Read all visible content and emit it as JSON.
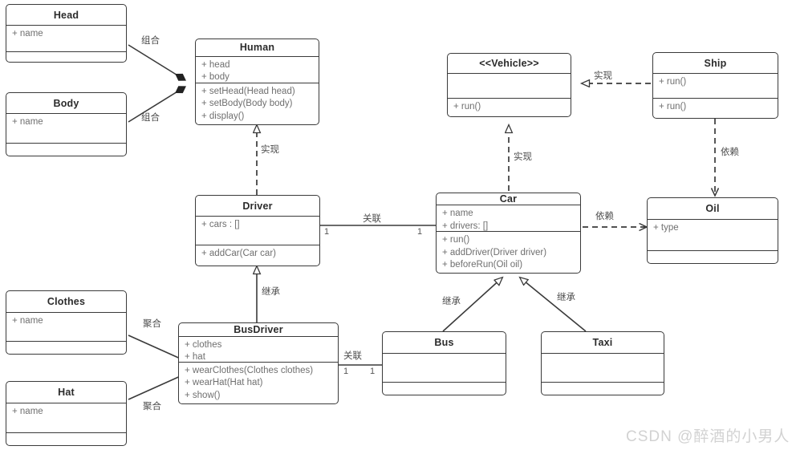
{
  "diagram": {
    "title": "UML Class Diagram",
    "line_color": "#3a3a3a",
    "text_color": "#6f6f6f",
    "watermark": "CSDN @醉酒的小男人"
  },
  "classes": {
    "head": {
      "name": "Head",
      "attributes": [
        "+ name"
      ],
      "methods": []
    },
    "body": {
      "name": "Body",
      "attributes": [
        "+ name"
      ],
      "methods": []
    },
    "human": {
      "name": "Human",
      "attributes": [
        "+ head",
        "+ body"
      ],
      "methods": [
        "+ setHead(Head head)",
        "+ setBody(Body body)",
        "+ display()"
      ]
    },
    "vehicle": {
      "name": "<<Vehicle>>",
      "attributes": [],
      "methods": [
        "+ run()"
      ]
    },
    "ship": {
      "name": "Ship",
      "attributes": [
        "+ run()"
      ],
      "methods": [
        "+ run()"
      ]
    },
    "driver": {
      "name": "Driver",
      "attributes": [
        "+ cars : []"
      ],
      "methods": [
        "+ addCar(Car car)"
      ]
    },
    "car": {
      "name": "Car",
      "attributes": [
        "+ name",
        "+ drivers: []"
      ],
      "methods": [
        "+ run()",
        "+ addDriver(Driver driver)",
        "+ beforeRun(Oil oil)"
      ]
    },
    "oil": {
      "name": "Oil",
      "attributes": [
        "+ type"
      ],
      "methods": []
    },
    "clothes": {
      "name": "Clothes",
      "attributes": [
        "+ name"
      ],
      "methods": []
    },
    "hat": {
      "name": "Hat",
      "attributes": [
        "+ name"
      ],
      "methods": []
    },
    "busdriver": {
      "name": "BusDriver",
      "attributes": [
        "+ clothes",
        "+ hat"
      ],
      "methods": [
        "+ wearClothes(Clothes clothes)",
        "+ wearHat(Hat hat)",
        "+ show()"
      ]
    },
    "bus": {
      "name": "Bus",
      "attributes": [],
      "methods": []
    },
    "taxi": {
      "name": "Taxi",
      "attributes": [],
      "methods": []
    }
  },
  "relations": [
    {
      "id": "head-human",
      "kind": "composition",
      "label": "组合",
      "from": "head",
      "to": "human"
    },
    {
      "id": "body-human",
      "kind": "composition",
      "label": "组合",
      "from": "body",
      "to": "human"
    },
    {
      "id": "driver-human",
      "kind": "realization",
      "label": "实现",
      "from": "driver",
      "to": "human"
    },
    {
      "id": "ship-vehicle",
      "kind": "realization",
      "label": "实现",
      "from": "ship",
      "to": "vehicle"
    },
    {
      "id": "car-vehicle",
      "kind": "realization",
      "label": "实现",
      "from": "car",
      "to": "vehicle"
    },
    {
      "id": "ship-oil",
      "kind": "dependency",
      "label": "依赖",
      "from": "ship",
      "to": "oil"
    },
    {
      "id": "car-oil",
      "kind": "dependency",
      "label": "依赖",
      "from": "car",
      "to": "oil"
    },
    {
      "id": "driver-car",
      "kind": "association",
      "label": "关联",
      "from": "driver",
      "to": "car",
      "from_multiplicity": "1",
      "to_multiplicity": "1"
    },
    {
      "id": "busdriver-driver",
      "kind": "inheritance",
      "label": "继承",
      "from": "busdriver",
      "to": "driver"
    },
    {
      "id": "bus-car",
      "kind": "inheritance",
      "label": "继承",
      "from": "bus",
      "to": "car"
    },
    {
      "id": "taxi-car",
      "kind": "inheritance",
      "label": "继承",
      "from": "taxi",
      "to": "car"
    },
    {
      "id": "clothes-busdriver",
      "kind": "aggregation",
      "label": "聚合",
      "from": "clothes",
      "to": "busdriver"
    },
    {
      "id": "hat-busdriver",
      "kind": "aggregation",
      "label": "聚合",
      "from": "hat",
      "to": "busdriver"
    },
    {
      "id": "busdriver-bus",
      "kind": "association",
      "label": "关联",
      "from": "busdriver",
      "to": "bus",
      "from_multiplicity": "1",
      "to_multiplicity": "1"
    }
  ],
  "edge_labels": {
    "head_human": "组合",
    "body_human": "组合",
    "driver_human": "实现",
    "ship_vehicle": "实现",
    "car_vehicle": "实现",
    "ship_oil": "依赖",
    "car_oil": "依赖",
    "driver_car": "关联",
    "busdriver_driver": "继承",
    "bus_car": "继承",
    "taxi_car": "继承",
    "clothes_busdriver": "聚合",
    "hat_busdriver": "聚合",
    "busdriver_bus": "关联"
  },
  "multiplicities": {
    "driver_car_left": "1",
    "driver_car_right": "1",
    "busdriver_bus_left": "1",
    "busdriver_bus_right": "1"
  }
}
